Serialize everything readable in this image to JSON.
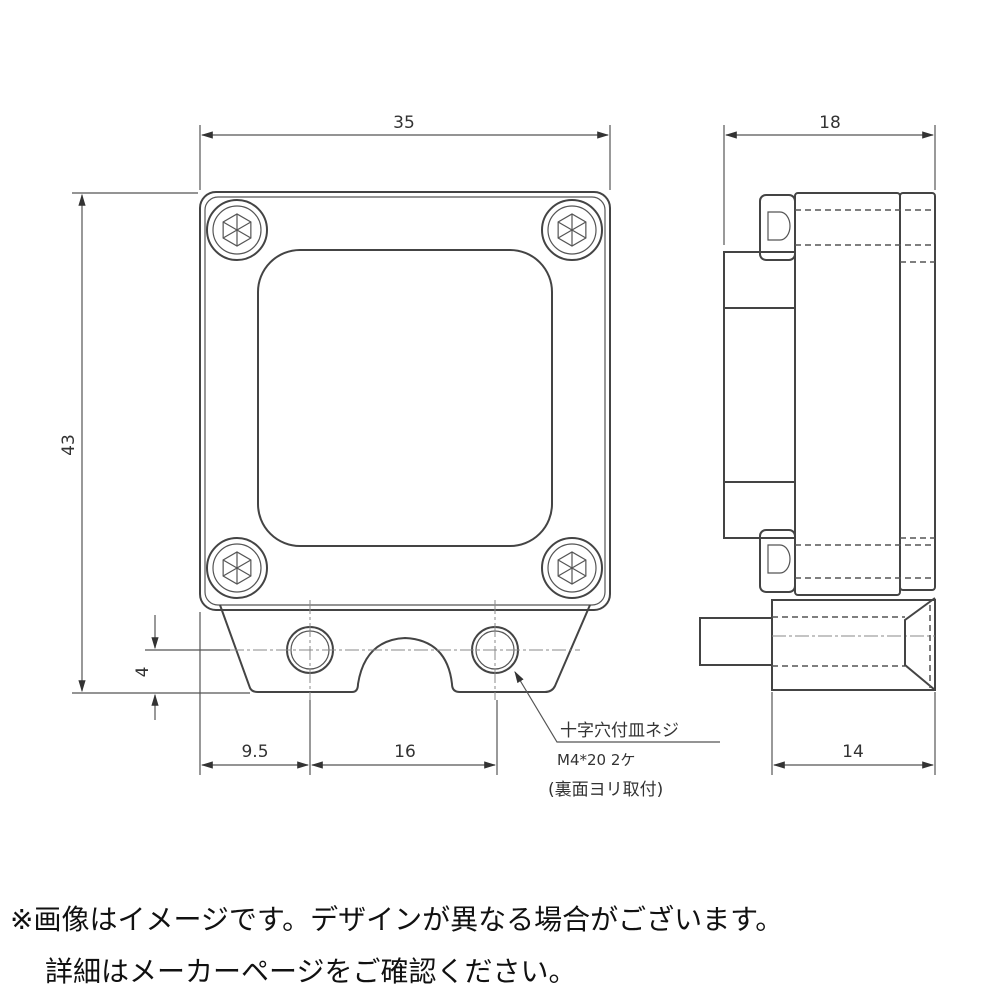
{
  "dimensions": {
    "width": "35",
    "depth": "18",
    "height": "43",
    "offset": "4",
    "left_hole": "9.5",
    "hole_pitch": "16",
    "bracket_depth": "14"
  },
  "annotation": {
    "line1": "十字穴付皿ネジ",
    "line2": "M4*20 2ケ",
    "line3": "(裏面ヨリ取付)"
  },
  "caption": {
    "line1": "※画像はイメージです。デザインが異なる場合がございます。",
    "line2": "詳細はメーカーページをご確認ください。"
  }
}
